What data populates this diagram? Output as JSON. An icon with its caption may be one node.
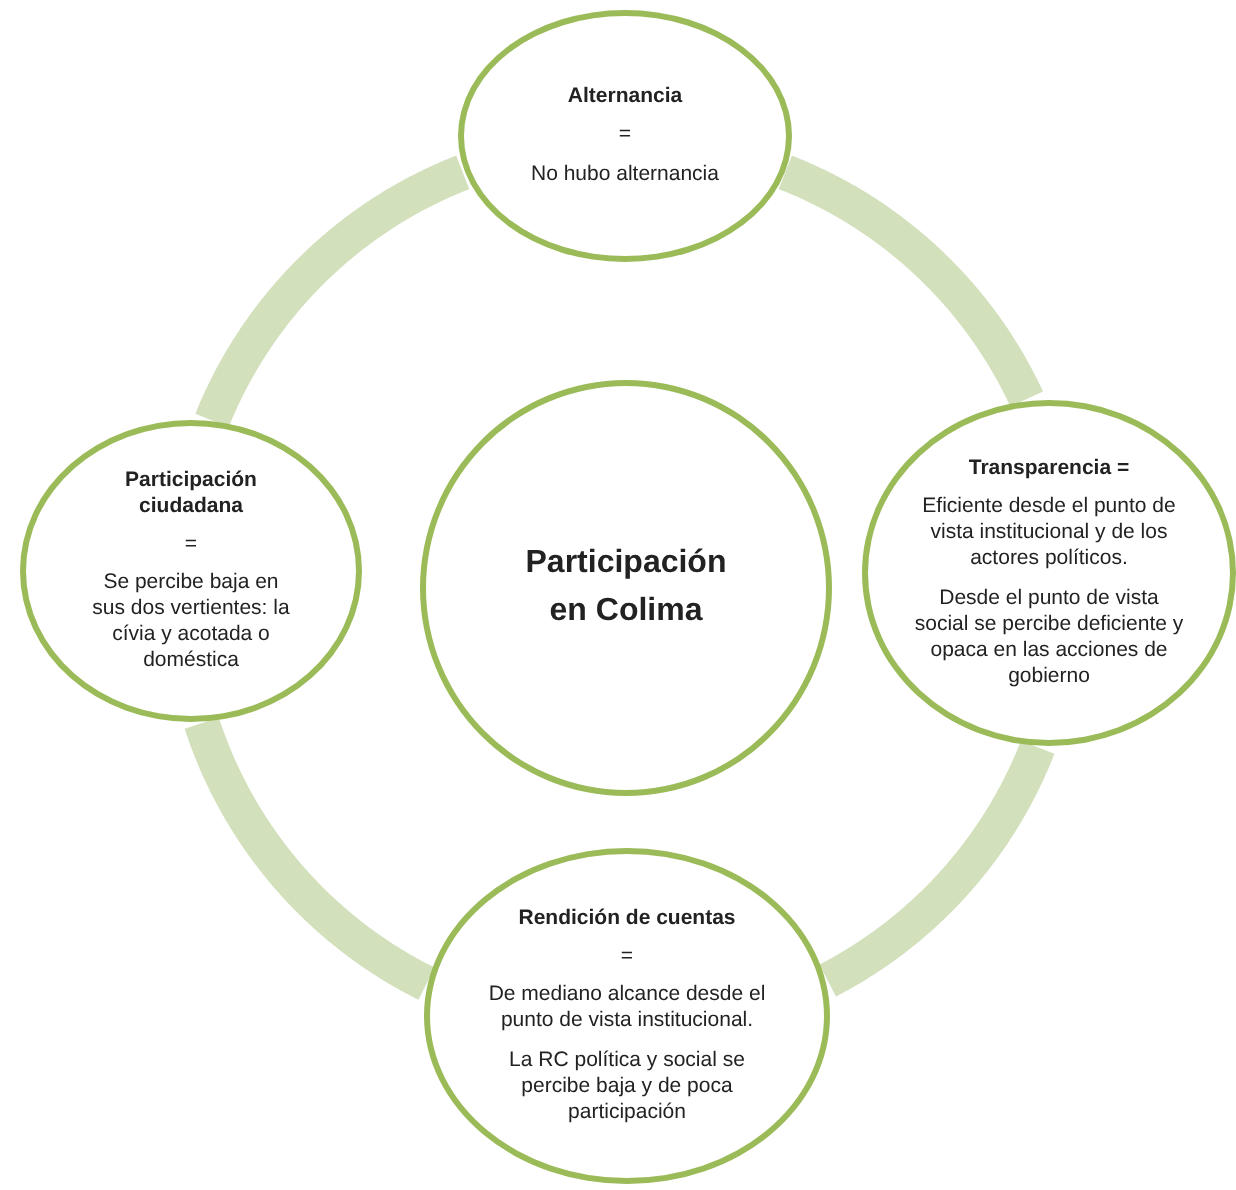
{
  "diagram": {
    "nodes": [
      {
        "text": [
          "Participación en Colima"
        ]
      },
      {
        "text": [
          "Alternancia",
          "=",
          "No hubo alternancia"
        ]
      },
      {
        "text": [
          "Transparencia =",
          "Eficiente desde el punto de vista institucional y de los actores  políticos.",
          "Desde el punto de vista social se percibe deficiente y opaca en las acciones de gobierno"
        ]
      },
      {
        "text": [
          "Rendición de cuentas",
          "=",
          "De mediano alcance desde el punto de vista institucional.",
          "La RC política y social  se percibe baja y de poca participación"
        ]
      },
      {
        "text": [
          "Participación ciudadana",
          "=",
          "Se percibe baja en sus dos vertientes: la cívia y acotada o doméstica"
        ]
      }
    ],
    "edges": [
      {
        "from": 1,
        "to": 2,
        "arrow": "none"
      },
      {
        "from": 2,
        "to": 3,
        "arrow": "none"
      },
      {
        "from": 3,
        "to": 4,
        "arrow": "none"
      },
      {
        "from": 4,
        "to": 1,
        "arrow": "none"
      }
    ]
  }
}
